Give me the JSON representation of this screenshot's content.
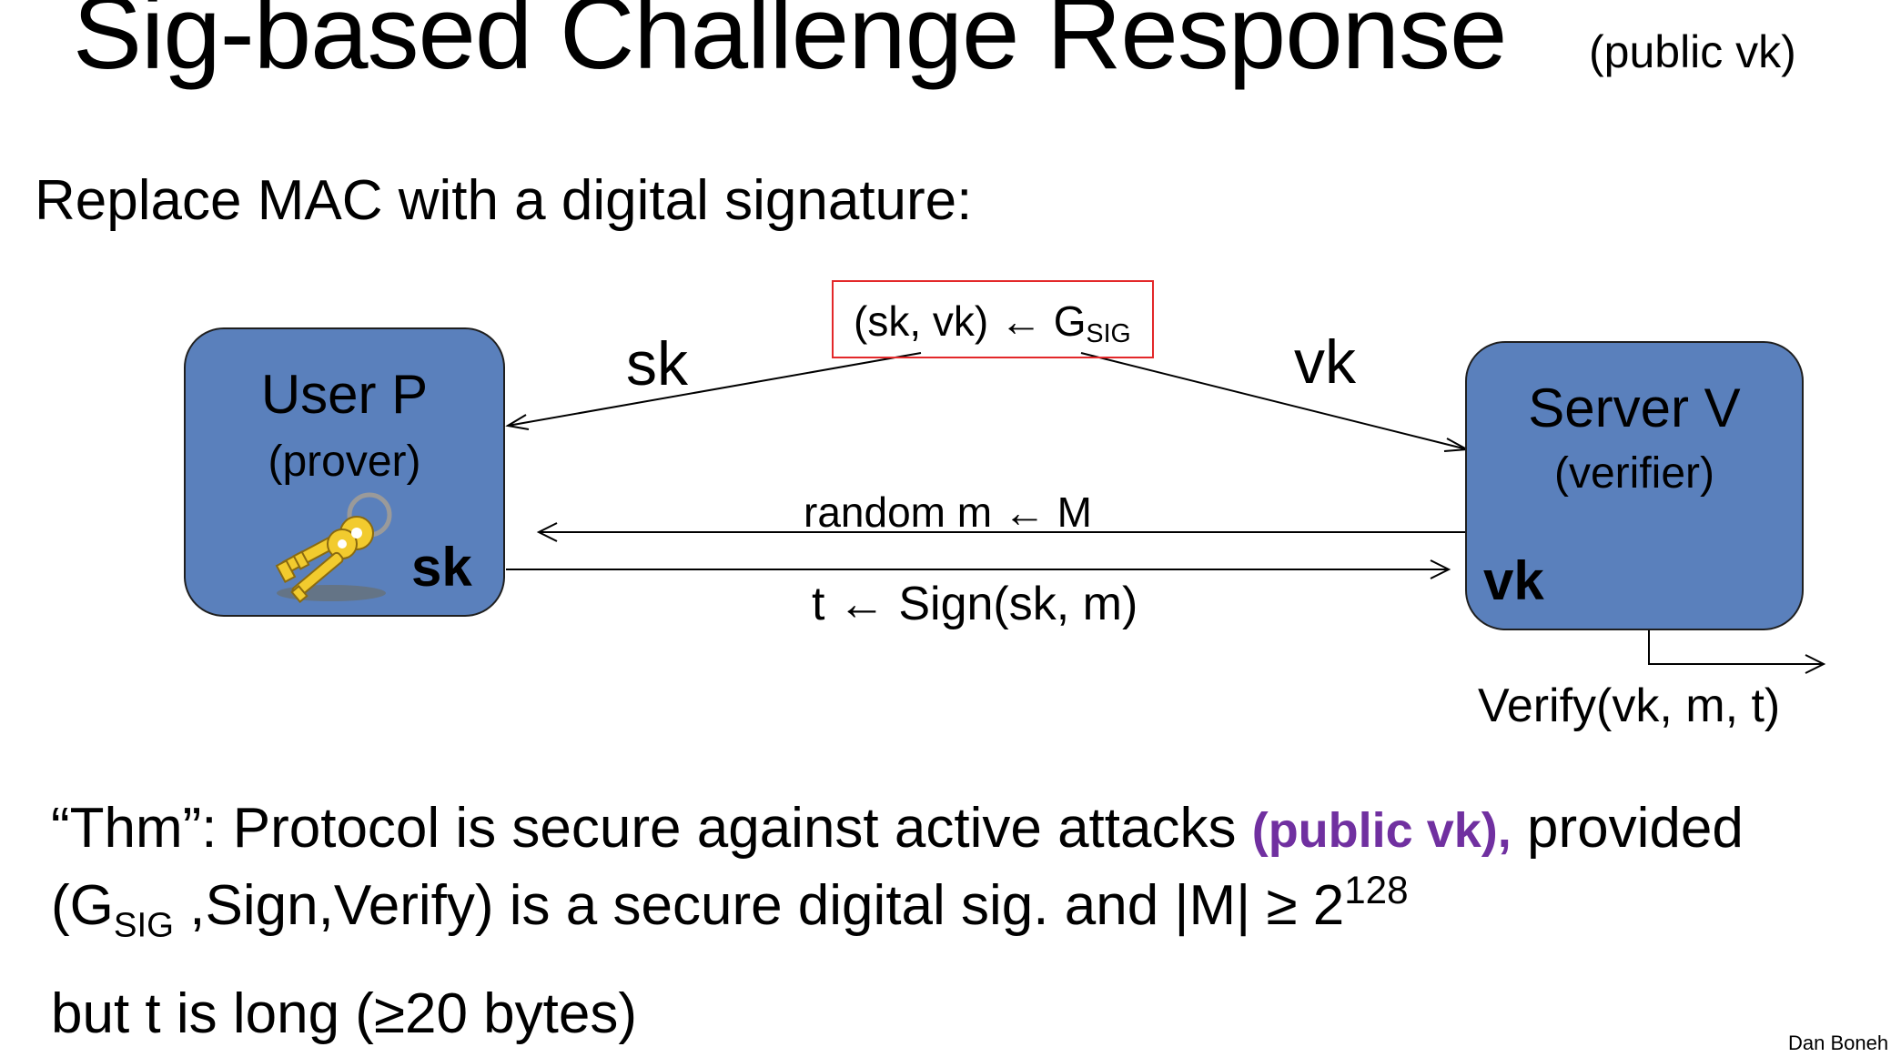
{
  "title": "Sig-based Challenge Response",
  "title_note": "(public vk)",
  "subtitle": "Replace MAC with a digital signature:",
  "diagram": {
    "keygen": {
      "prefix": "(sk, vk) ← G",
      "subscript": "SIG"
    },
    "label_sk": "sk",
    "label_vk": "vk",
    "user": {
      "name": "User  P",
      "role": "(prover)",
      "key": "sk"
    },
    "server": {
      "name": "Server V",
      "role": "(verifier)",
      "key": "vk"
    },
    "challenge": "random  m ← M",
    "response": "t ← Sign(sk, m)",
    "verify": "Verify(vk, m, t)"
  },
  "theorem": {
    "line1_prefix": "“Thm”:   Protocol is secure against active attacks ",
    "line1_highlight": "(public vk),",
    "line1_suffix": "  provided",
    "line2_open": "(G",
    "line2_sub": "SIG",
    "line2_mid": " ,Sign,Verify)  is a secure digital sig.  and  |M| ≥ 2",
    "line2_exp": "128",
    "line3": "but t  is long  (≥20 bytes)"
  },
  "author": "Dan Boneh",
  "colors": {
    "box_fill": "#5a80bc",
    "keygen_border": "#e3282a",
    "highlight": "#7030a0"
  },
  "icons": [
    "keys-icon"
  ]
}
